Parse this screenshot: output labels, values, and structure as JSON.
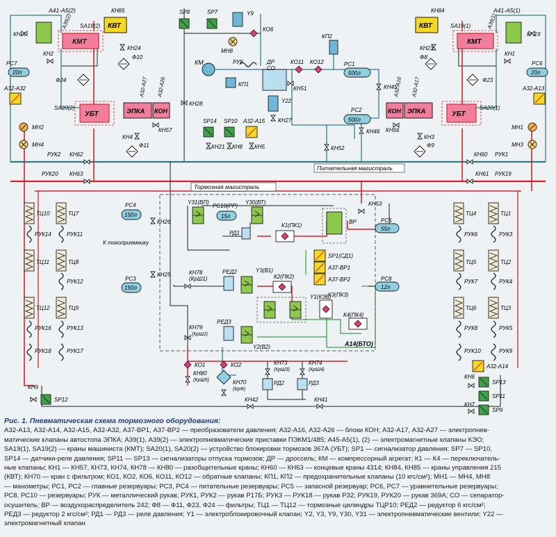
{
  "caption": {
    "title": "Рис. 1. Пневматическая схема тормозного оборудования:",
    "lines": [
      "А32-А13, А32-А14, А32-А15, А32-А32, А37-ВР1, А37-ВР2 — преобразователи давления; А32-А16, А32-А26 — блоки КОН; А32-А17, А32-А27 — электропнев-",
      "матические клапаны автостопа ЭПКА; А39(1), А39(2) — электропневматические приставки ПЭКМ1/485; А45-А5(1), (2) — электромагнитные клапаны КЭО;",
      "SA19(1), SA19(2) — краны машиниста (КМТ); SA20(1), SA20(2) — устройство блокировки тормозов 367А (УБТ); SP1 — сигнализатор давления; SP7 — SP10,",
      "SP14 — датчики-реле давления; SP11 — SP13 — сигнализаторы отпуска тормозов; ДР — дроссель; КМ — компрессорный агрегат; К1 — К4 — переключатель-",
      "ные клапаны; КН1 — КН57, КН73, КН74, КН78 — КН80 — разобщительные краны; КН60 — КН63 — концевые краны 4314; КН84, КН85 — краны управления 215",
      "(КВТ); КН70 — кран с фильтром; КО1, КО2, КО6, КО11, КО12 — обратные клапаны; КП1, КП2 — предохранительные клапаны (10 кгс/см²); МН1 — МН4, МН8",
      "— манометры; РС1, РС2 — главные резервуары; РС3, РС4 — питательные резервуары; РС5 — запасной резервуар; РС6, РС7 — уравнительные резервуары;",
      "РС8, РС10 — резервуары; РУК — металлический рукав; РУК1, РУК2 — рукав Р17Б; РУК3 — РУК18 — рукав Р32; РУК19, РУК20 — рукав 369А; СО — сепаратор-",
      "осушитель; ВР — воздухораспределитель 242; Ф8 — Ф11, Ф23, Ф24 — фильтры; ТЦ1 — ТЦ12 — тормозные цилиндры ТЦР10; РЕД2 — редуктор 6 кгс/см²;",
      "РЕД3 — редуктор 2 кгс/см²; РД1 — РД3 — реле давления; Y1 — электроблокировочный клапан; Y2, Y3, Y9, Y30, Y31 — электропневматические вентили; Y22 —",
      "электромагнитный клапан"
    ]
  },
  "labels": {
    "pitatelnaya": "Питательная магистраль",
    "tormoznaya": "Тормозная магистраль",
    "tokopriemniku": "К токоприемнику",
    "bto": "А14(БТО)",
    "kmt": "КМТ",
    "kvt": "КВТ",
    "ubt": "УБТ",
    "epka": "ЭПКА",
    "kon": "КОН",
    "km": "КМ",
    "ruk": "РУК",
    "dr": "ДР",
    "co": "СО",
    "vr": "ВР"
  },
  "reservoirs": {
    "rs7": [
      "РС7",
      "20л"
    ],
    "rs6": [
      "РС6",
      "20л"
    ],
    "rs1": [
      "РС1",
      "500л"
    ],
    "rs2": [
      "РС2",
      "500л"
    ],
    "rs4": [
      "РС4",
      "150л"
    ],
    "rs3": [
      "РС3",
      "150л"
    ],
    "rs10": [
      "РС10(РР)",
      "15л"
    ],
    "rs5": [
      "РС5",
      "55л"
    ],
    "rs8": [
      "РС8",
      "12л"
    ]
  },
  "tags": {
    "a41a5_2": "А41-А5(2)",
    "a39_2": "А39(2)",
    "sa19_2": "SA19(2)",
    "kh20": "КН20",
    "kh2": "КН2",
    "kh85": "КН85",
    "kh24": "КН24",
    "f10": "Ф10",
    "f24": "Ф24",
    "a32a32": "А32-А32",
    "sa20_2": "SA20(2)",
    "mh2": "МН2",
    "mh4": "МН4",
    "a32a27": "А32-А27",
    "a32a26": "А32-А26",
    "kh4": "КН4",
    "kh57": "КН57",
    "f11": "Ф11",
    "sp8": "SP8",
    "sp7": "SP7",
    "y9": "Y9",
    "ko6": "КО6",
    "mh8": "МН8",
    "kp2": "КП2",
    "kp1": "КП1",
    "ko11": "КО11",
    "ko12": "КО12",
    "kh51": "КН51",
    "y22": "Y22",
    "kh27": "КН27",
    "kh45": "КН45",
    "kh46": "КН46",
    "kh52": "КН52",
    "kh28": "КН28",
    "sp14": "SP14",
    "sp10": "SP10",
    "a32a15": "А32-А15",
    "kh21": "КН21",
    "kh8": "КН8",
    "kh5": "КН5",
    "kh84": "КН84",
    "a41a5_1": "А41-А5(1)",
    "a39_1": "А39(1)",
    "sa19_1": "SA19(1)",
    "kh19": "КН19",
    "kh23": "КН23",
    "kh1": "КН1",
    "f8": "Ф8",
    "f23": "Ф23",
    "a32a16": "А32-А16",
    "a32a17": "А32-А17",
    "a32a13": "А32-А13",
    "sa20_1": "SA20(1)",
    "mh1": "МН1",
    "mh3": "МН3",
    "kh56": "КН56",
    "kh3": "КН3",
    "f9": "Ф9",
    "ruk2": "РУК2",
    "kh62": "КН62",
    "ruk20": "РУК20",
    "kh63": "КН63",
    "kh60": "КН60",
    "ruk1": "РУК1",
    "kh61": "КН61",
    "ruk19": "РУК19",
    "tc10": "ТЦ10",
    "tc7": "ТЦ7",
    "ruk14": "РУК14",
    "ruk11": "РУК11",
    "tc11": "ТЦ11",
    "tc8": "ТЦ8",
    "ruk12": "РУК12",
    "tc12": "ТЦ12",
    "tc9": "ТЦ9",
    "ruk16": "РУК16",
    "ruk13": "РУК13",
    "ruk18": "РУК18",
    "ruk17": "РУК17",
    "tc4": "ТЦ4",
    "tc1": "ТЦ1",
    "ruk6": "РУК6",
    "ruk3": "РУК3",
    "tc5": "ТЦ5",
    "tc2": "ТЦ2",
    "ruk7": "РУК7",
    "ruk4": "РУК4",
    "tc6": "ТЦ6",
    "tc3": "ТЦ3",
    "ruk8": "РУК8",
    "ruk5": "РУК5",
    "ruk10": "РУК10",
    "ruk9": "РУК9",
    "kh26": "КН26",
    "kh25": "КН25",
    "y31": "Y31(ВП)",
    "y30": "Y30(ВТ)",
    "rd1": "РД1",
    "kh53": "КН53",
    "k1": "К1(ПК1)",
    "sp1": "SP1(СД1)",
    "a37vr1": "А37-ВР1",
    "a37vr2": "А37-ВР2",
    "kh78": "КН78",
    "kh78b": "(КрШ1)",
    "red2": "РЕД2",
    "y3": "Y3(В1)",
    "k2": "К2(ПК2)",
    "y1": "Y1(КЭБ)",
    "kh79": "КН79",
    "kh79b": "(КрШ2)",
    "red3": "РЕД3",
    "y2": "Y2(В2)",
    "k3": "К3(ПК3)",
    "k4": "К4(ПК4)",
    "ko1": "КО1",
    "ko2": "КО2",
    "kh80": "КН80",
    "kh80b": "(КрШ5)",
    "kh70": "КН70",
    "kh70b": "(КрФ)",
    "kh73": "КН73",
    "kh73b": "(КрШ3)",
    "kh74": "КН74",
    "kh74b": "(КрШ4)",
    "rd2": "РД2",
    "rd3": "РД3",
    "kh9": "КН9",
    "sp12": "SP12",
    "kh42": "КН42",
    "kh41": "КН41",
    "a32a14": "А32-А14",
    "kh6": "КН6",
    "sp13": "SP13",
    "sp11": "SP11",
    "kh7": "КН7",
    "sp9": "SP9"
  }
}
